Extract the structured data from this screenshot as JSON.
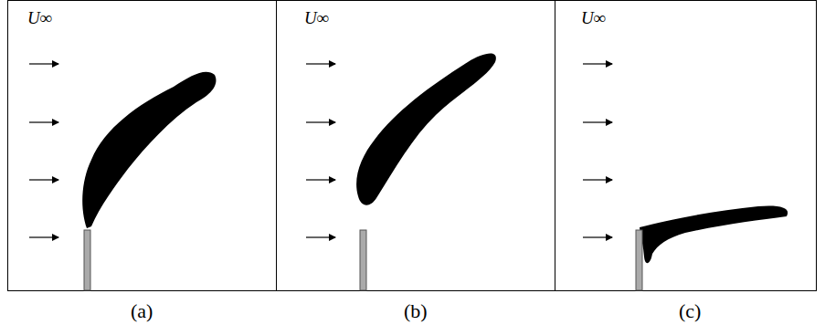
{
  "diagram": {
    "labels": [
      "U∞",
      "U∞",
      "U∞",
      "(a)",
      "(b)",
      "(c)"
    ]
  }
}
